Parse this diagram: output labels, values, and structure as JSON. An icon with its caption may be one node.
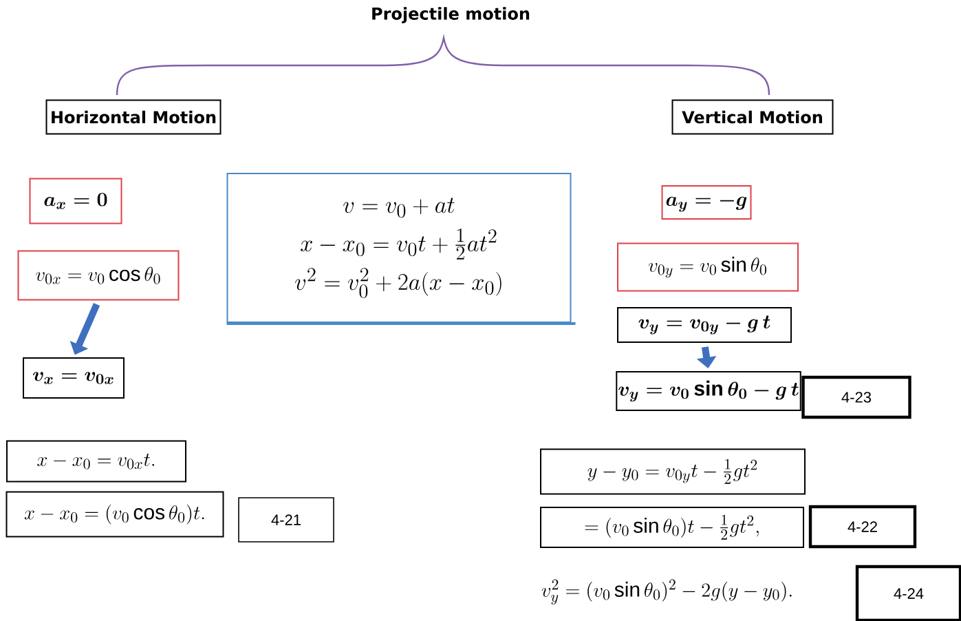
{
  "diagram": {
    "title": "Projectile motion",
    "nodes": [
      {
        "text": [
          "Horizontal Motion"
        ]
      },
      {
        "text": [
          "Vertical Motion"
        ]
      },
      {
        "text": [
          "a_x = 0"
        ]
      },
      {
        "text": [
          "v_{0x} = v_0 \\cos \\theta_0"
        ]
      },
      {
        "text": [
          "v_x = v_{0x}"
        ]
      },
      {
        "text": [
          "x - x_0 = v_{0x} t."
        ]
      },
      {
        "text": [
          "x - x_0 = (v_0 \\cos \\theta_0) t."
        ]
      },
      {
        "text": [
          "4-21"
        ]
      },
      {
        "text": [
          "v = v_0 + at",
          "x - x_0 = v_0 t + \\frac{1}{2} a t^2",
          "v^2 = v_0^2 + 2a(x - x_0)"
        ]
      },
      {
        "text": [
          "a_y = -g"
        ]
      },
      {
        "text": [
          "v_{0y} = v_0 \\sin \\theta_0"
        ]
      },
      {
        "text": [
          "v_y = v_{0y} - g\\,t"
        ]
      },
      {
        "text": [
          "v_y = v_0 \\sin \\theta_0 - g\\,t"
        ]
      },
      {
        "text": [
          "4-23"
        ]
      },
      {
        "text": [
          "y - y_0 = v_{0y} t - \\frac{1}{2} g t^2"
        ]
      },
      {
        "text": [
          "= (v_0 \\sin \\theta_0) t - \\frac{1}{2} g t^2,"
        ]
      },
      {
        "text": [
          "4-22"
        ]
      },
      {
        "text": [
          "4-24"
        ]
      }
    ],
    "edges": [
      {
        "from": 3,
        "to": 4,
        "arrow": "to"
      },
      {
        "from": 11,
        "to": 12,
        "arrow": "to"
      }
    ],
    "labels": [
      "v_y^2 = (v_0 \\sin \\theta_0)^2 - 2g(y - y_0)."
    ]
  }
}
